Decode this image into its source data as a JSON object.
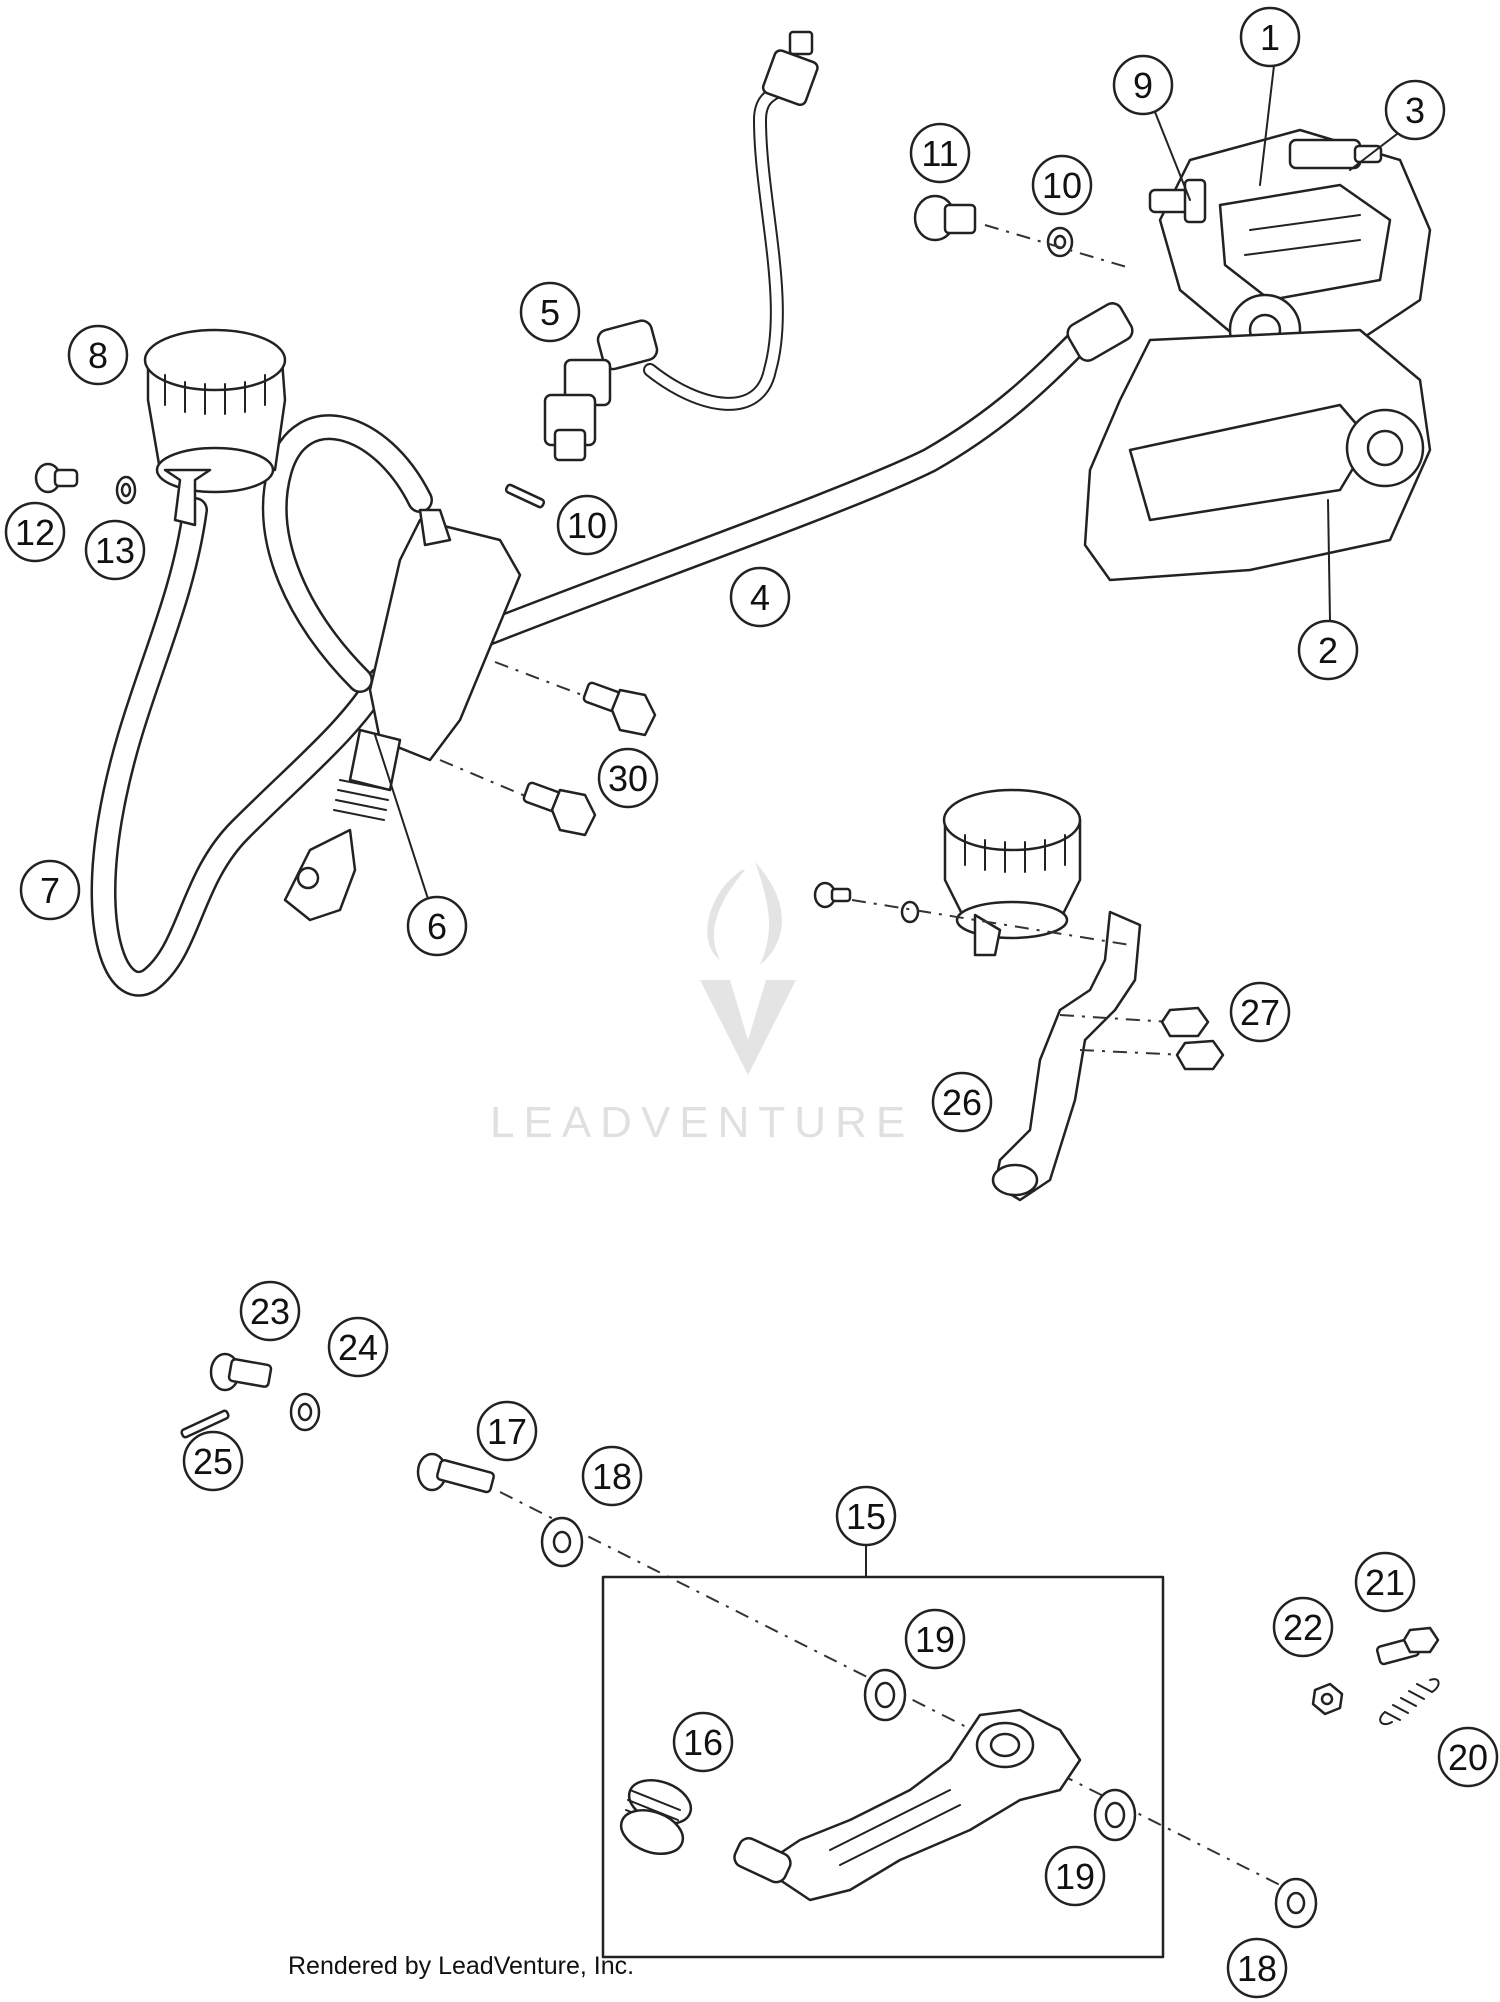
{
  "diagram": {
    "callouts": [
      "1",
      "2",
      "3",
      "4",
      "5",
      "6",
      "7",
      "8",
      "9",
      "10",
      "10",
      "11",
      "12",
      "13",
      "30",
      "26",
      "27",
      "15",
      "16",
      "17",
      "18",
      "18",
      "19",
      "19",
      "20",
      "21",
      "22",
      "23",
      "24",
      "25"
    ]
  },
  "watermark": {
    "text": "LEADVENTURE"
  },
  "credit": {
    "text": "Rendered by LeadVenture, Inc."
  }
}
